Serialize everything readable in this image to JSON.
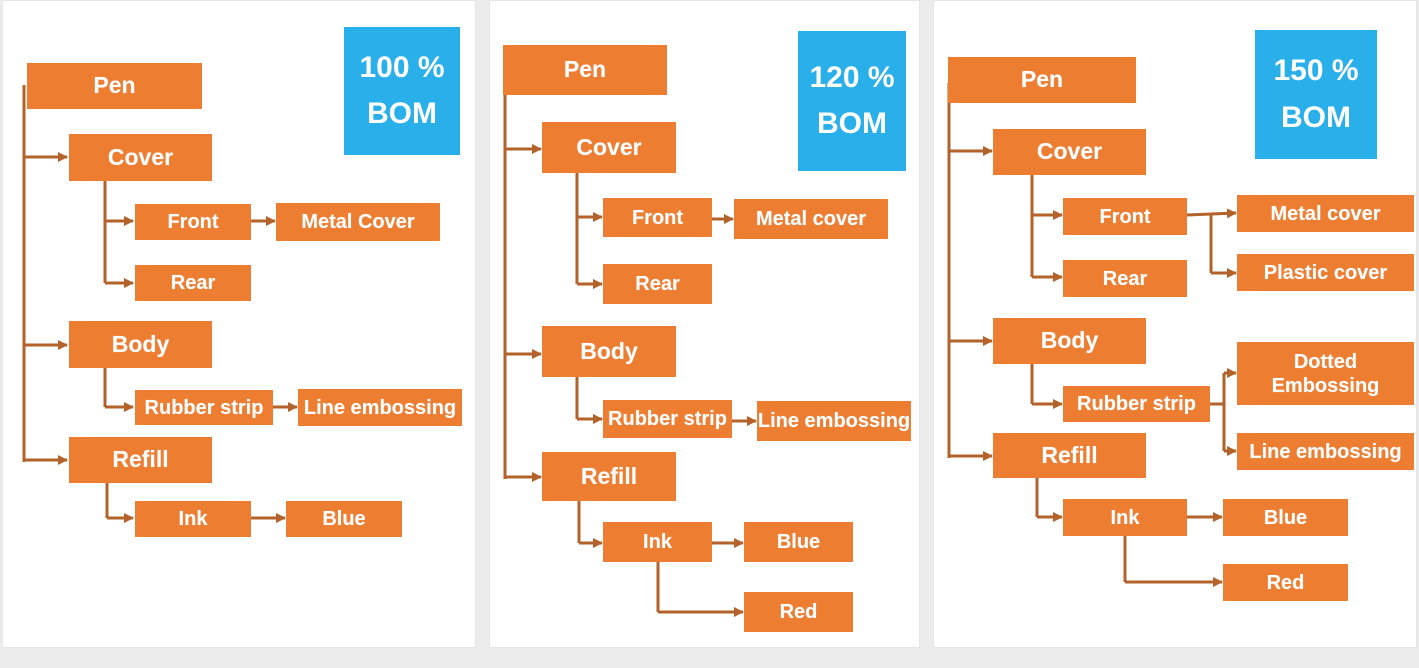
{
  "colors": {
    "node": "#ed7d31",
    "connector": "#b2622a",
    "bom_badge": "#29b0ea",
    "panel": "#ffffff",
    "background": "#ececec"
  },
  "panels": [
    {
      "bom": {
        "percent": "100 %",
        "label": "BOM"
      },
      "nodes": {
        "pen": "Pen",
        "cover": "Cover",
        "front": "Front",
        "front_1": "Metal Cover",
        "rear": "Rear",
        "body": "Body",
        "rubber": "Rubber strip",
        "rubber_1": "Line embossing",
        "refill": "Refill",
        "ink": "Ink",
        "ink_1": "Blue"
      }
    },
    {
      "bom": {
        "percent": "120 %",
        "label": "BOM"
      },
      "nodes": {
        "pen": "Pen",
        "cover": "Cover",
        "front": "Front",
        "front_1": "Metal cover",
        "rear": "Rear",
        "body": "Body",
        "rubber": "Rubber strip",
        "rubber_1": "Line embossing",
        "refill": "Refill",
        "ink": "Ink",
        "ink_1": "Blue",
        "ink_2": "Red"
      }
    },
    {
      "bom": {
        "percent": "150 %",
        "label": "BOM"
      },
      "nodes": {
        "pen": "Pen",
        "cover": "Cover",
        "front": "Front",
        "front_1": "Metal cover",
        "front_2": "Plastic cover",
        "rear": "Rear",
        "body": "Body",
        "rubber": "Rubber strip",
        "rubber_1": "Dotted Embossing",
        "rubber_2": "Line embossing",
        "refill": "Refill",
        "ink": "Ink",
        "ink_1": "Blue",
        "ink_2": "Red"
      }
    }
  ]
}
